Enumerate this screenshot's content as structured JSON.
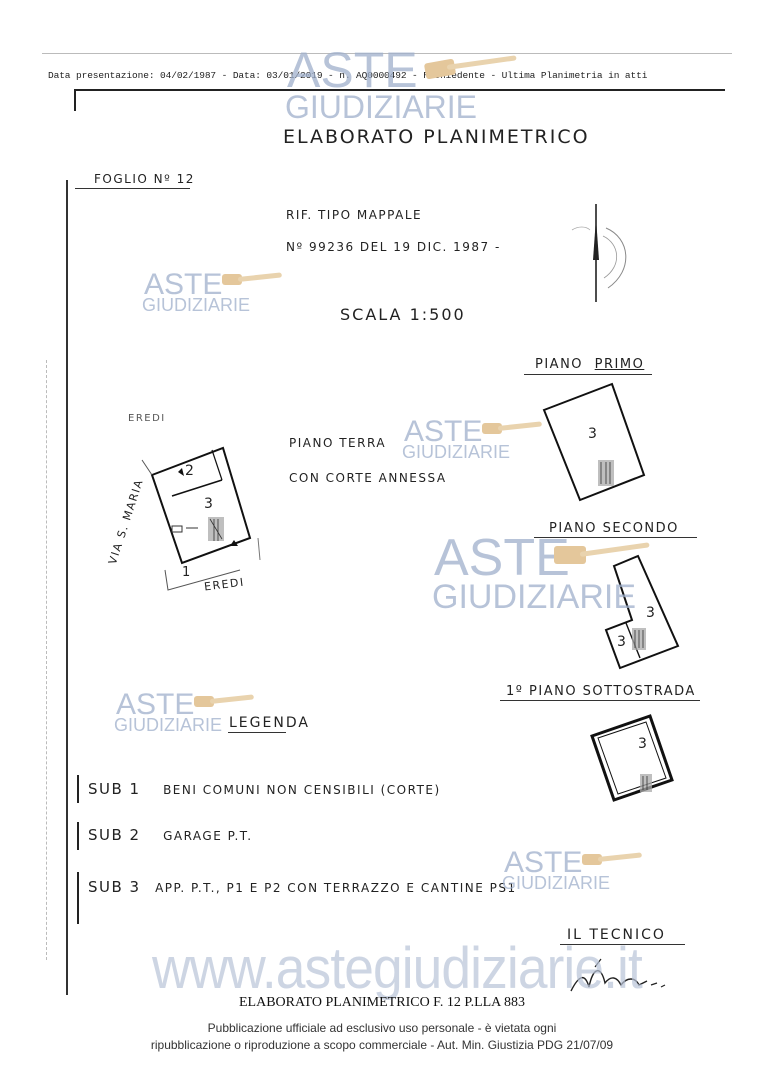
{
  "header": {
    "line": "Data presentazione: 04/02/1987 - Data: 03/01/2019 - n. AQ0000492 - Richiedente  - Ultima Planimetria in atti"
  },
  "doc": {
    "title": "ELABORATO PLANIMETRICO",
    "foglio": "FOGLIO Nº 12",
    "rif_line1": "RIF. TIPO MAPPALE",
    "rif_line2": "Nº 99236 DEL 19 DIC. 1987 -",
    "scala": "SCALA 1:500"
  },
  "plan": {
    "eredi_top": "EREDI",
    "eredi_bottom": "EREDI",
    "street": "VIA S. MARIA",
    "sub_1": "1",
    "sub_2": "2",
    "sub_3": "3",
    "piano_terra_line1": "PIANO TERRA",
    "piano_terra_line2": "CON CORTE ANNESSA",
    "piano_primo_label": "PIANO",
    "piano_primo_word": "PRIMO",
    "piano_primo_sub": "3",
    "piano_secondo": "PIANO SECONDO",
    "piano_secondo_sub_a": "3",
    "piano_secondo_sub_b": "3",
    "piano_sottostrada": "1º PIANO SOTTOSTRADA",
    "piano_sottostrada_sub": "3"
  },
  "legenda": {
    "title": "LEGENDA",
    "items": [
      {
        "code": "SUB 1",
        "text": "BENI COMUNI NON CENSIBILI (CORTE)"
      },
      {
        "code": "SUB 2",
        "text": "GARAGE P.T."
      },
      {
        "code": "SUB 3",
        "text": "APP. P.T., P1 E P2 CON TERRAZZO E CANTINE PS1"
      }
    ]
  },
  "tecnico": {
    "label": "IL TECNICO"
  },
  "watermarks": {
    "aste": "ASTE",
    "giudiziarie": "GIUDIZIARIE",
    "site": "www.astegiudiziarie.it"
  },
  "footer": {
    "caption": "ELABORATO PLANIMETRICO F. 12 P.LLA 883",
    "notice_line1": "Pubblicazione ufficiale ad esclusivo uso personale - è vietata ogni",
    "notice_line2": "ripubblicazione o riproduzione a scopo commerciale - Aut. Min. Giustizia PDG 21/07/09"
  }
}
